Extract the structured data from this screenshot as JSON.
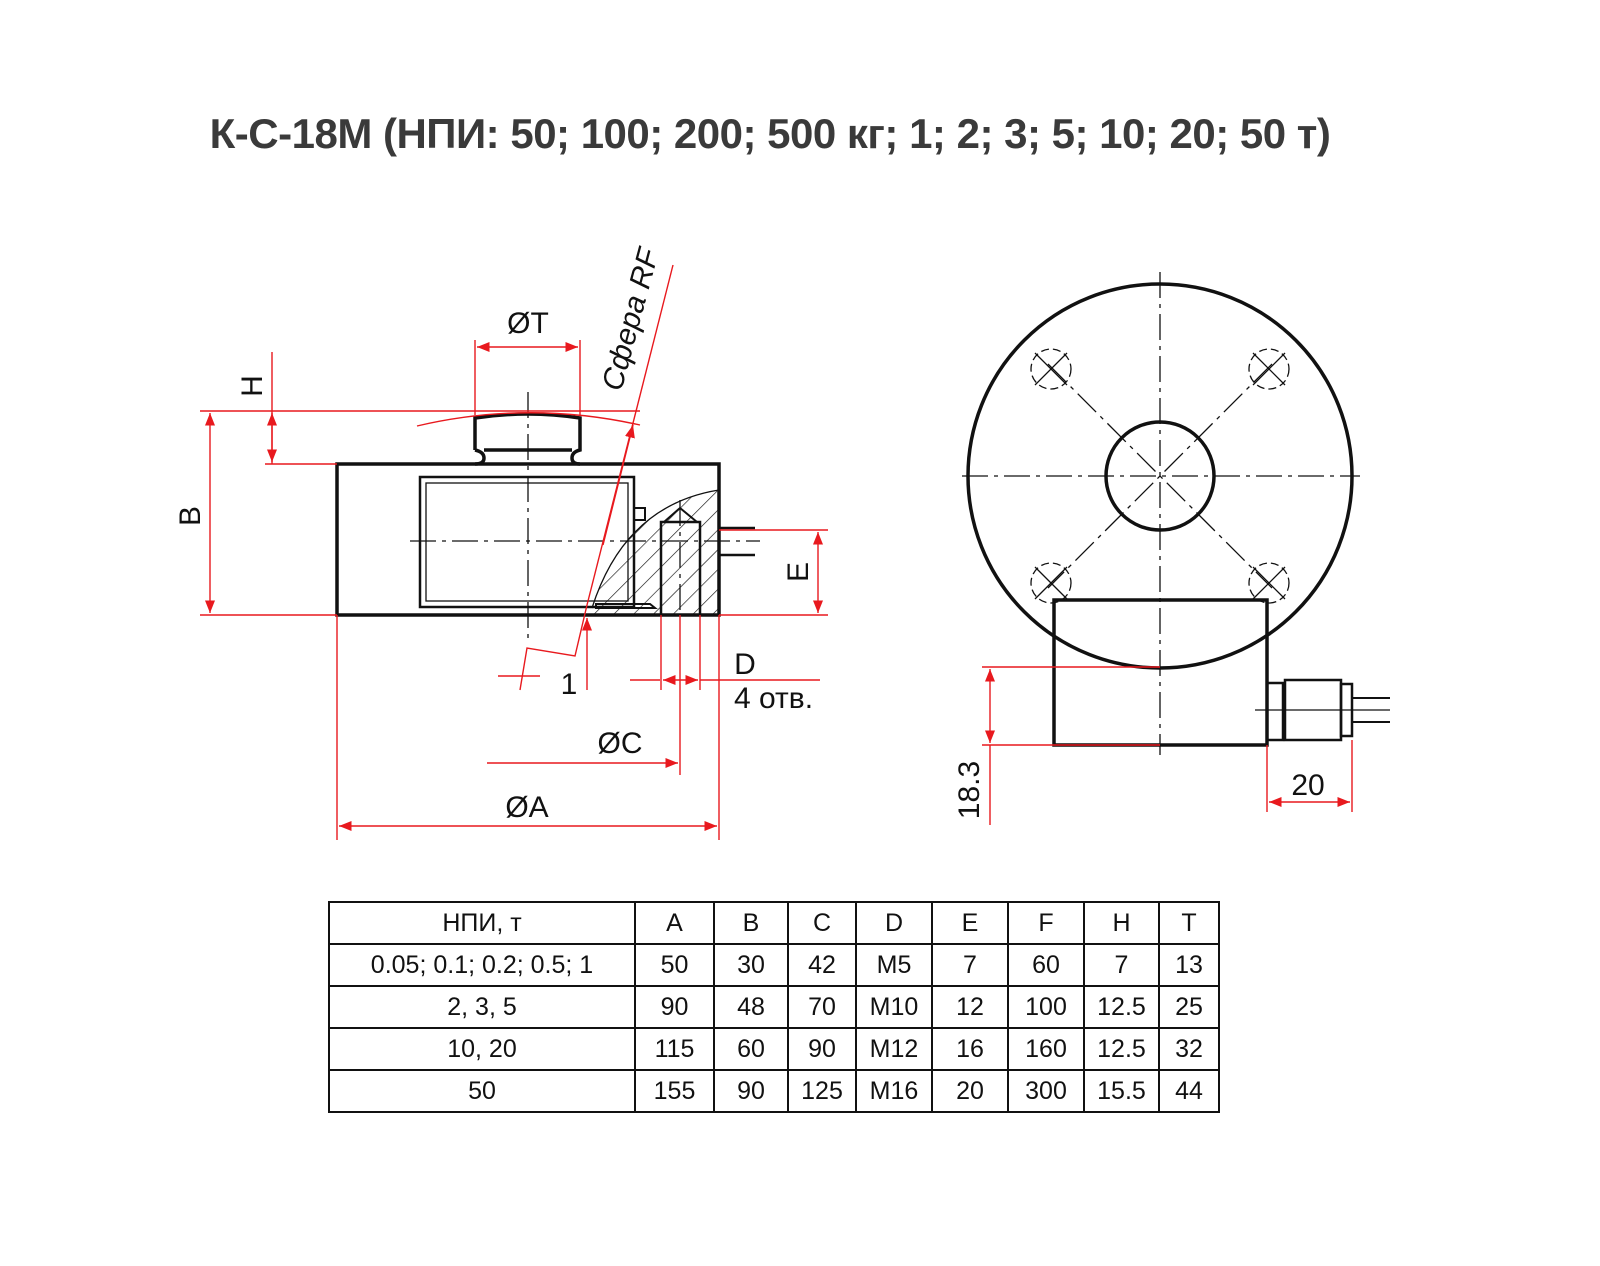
{
  "title": "К-С-18М (НПИ: 50; 100; 200; 500 кг; 1; 2; 3; 5; 10; 20; 50 т)",
  "side_view": {
    "dim_T": "ØT",
    "dim_H": "H",
    "dim_B": "B",
    "dim_E": "E",
    "dim_D": "D",
    "holes": "4 отв.",
    "dim_1": "1",
    "dim_C": "ØC",
    "dim_A": "ØA",
    "sphere": "Сфера RF"
  },
  "top_view": {
    "dim_18_3": "18.3",
    "dim_20": "20"
  },
  "colors": {
    "dimension": "#e8191e",
    "outline": "#111111",
    "title": "#3a3a3a"
  },
  "table": {
    "headers": [
      "НПИ, т",
      "A",
      "B",
      "C",
      "D",
      "E",
      "F",
      "H",
      "T"
    ],
    "rows": [
      [
        "0.05; 0.1; 0.2; 0.5; 1",
        "50",
        "30",
        "42",
        "M5",
        "7",
        "60",
        "7",
        "13"
      ],
      [
        "2, 3, 5",
        "90",
        "48",
        "70",
        "M10",
        "12",
        "100",
        "12.5",
        "25"
      ],
      [
        "10, 20",
        "115",
        "60",
        "90",
        "M12",
        "16",
        "160",
        "12.5",
        "32"
      ],
      [
        "50",
        "155",
        "90",
        "125",
        "M16",
        "20",
        "300",
        "15.5",
        "44"
      ]
    ]
  }
}
